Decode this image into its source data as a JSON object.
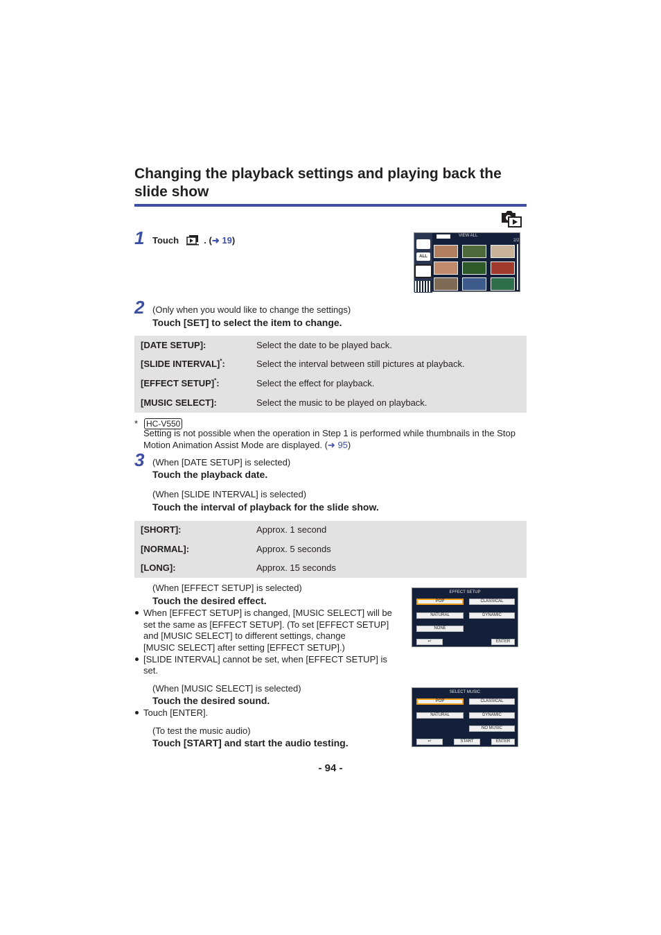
{
  "title": "Changing the playback settings and playing back the slide show",
  "mode_icon": "camera-playback-mode-icon",
  "step1": {
    "number": "1",
    "touch_label": "Touch",
    "icon": "slideshow-icon",
    "ref_prefix": ". (",
    "ref_arrow": "➜",
    "ref_page": "19",
    "ref_suffix": ")"
  },
  "thumb_screen": {
    "header": "VIEW ALL",
    "counter": "2/2",
    "all_label": "ALL"
  },
  "step2": {
    "number": "2",
    "note": "(Only when you would like to change the settings)",
    "instruction": "Touch [SET] to select the item to change."
  },
  "settings_table": [
    {
      "key": "[DATE SETUP]:",
      "star": "",
      "value": "Select the date to be played back."
    },
    {
      "key": "[SLIDE INTERVAL]",
      "star": "*",
      "colon": ":",
      "value": "Select the interval between still pictures at playback."
    },
    {
      "key": "[EFFECT SETUP]",
      "star": "*",
      "colon": ":",
      "value": "Select the effect for playback."
    },
    {
      "key": "[MUSIC SELECT]:",
      "star": "",
      "value": "Select the music to be played on playback."
    }
  ],
  "footnote": {
    "mark": "*",
    "model": "HC-V550",
    "text_line1": "Setting is not possible when the operation in Step 1 is performed while thumbnails in the Stop",
    "text_line2_prefix": "Motion Animation Assist Mode are displayed. (",
    "arrow": "➜",
    "page": "95",
    "suffix": ")"
  },
  "step3": {
    "number": "3",
    "date_note": "(When [DATE SETUP] is selected)",
    "date_instruction": "Touch the playback date.",
    "interval_note": "(When [SLIDE INTERVAL] is selected)",
    "interval_instruction": "Touch the interval of playback for the slide show.",
    "effect_note": "(When [EFFECT SETUP] is selected)",
    "effect_instruction": "Touch the desired effect.",
    "effect_bullet1": [
      "When [EFFECT SETUP] is changed, [MUSIC SELECT] will be",
      "set the same as [EFFECT SETUP]. (To set [EFFECT SETUP]",
      "and [MUSIC SELECT] to different settings, change",
      "[MUSIC SELECT] after setting [EFFECT SETUP].)"
    ],
    "effect_bullet2": [
      "[SLIDE INTERVAL] cannot be set, when [EFFECT SETUP] is",
      "set."
    ],
    "music_note": "(When [MUSIC SELECT] is selected)",
    "music_instruction": "Touch the desired sound.",
    "music_bullet": "Touch [ENTER].",
    "test_note": "(To test the music audio)",
    "test_instruction": "Touch [START] and start the audio testing."
  },
  "interval_table": [
    {
      "key": "[SHORT]:",
      "value": "Approx. 1 second"
    },
    {
      "key": "[NORMAL]:",
      "value": "Approx. 5 seconds"
    },
    {
      "key": "[LONG]:",
      "value": "Approx. 15 seconds"
    }
  ],
  "effect_screen": {
    "title": "EFFECT SETUP",
    "buttons": [
      "POP",
      "CLASSICAL",
      "NATURAL",
      "DYNAMIC",
      "NONE"
    ],
    "selected": "POP",
    "back": "↩",
    "enter": "ENTER"
  },
  "music_screen": {
    "title": "SELECT MUSIC",
    "buttons": [
      "POP",
      "CLASSICAL",
      "NATURAL",
      "DYNAMIC",
      "NO MUSIC"
    ],
    "selected": "POP",
    "back": "↩",
    "start": "START",
    "enter": "ENTER"
  },
  "page_number": "- 94 -",
  "colors": {
    "accent": "#3d4fa3",
    "table_bg": "#e2e2e2",
    "highlight": "#f3a21a",
    "screen_bg": "#14203a"
  }
}
